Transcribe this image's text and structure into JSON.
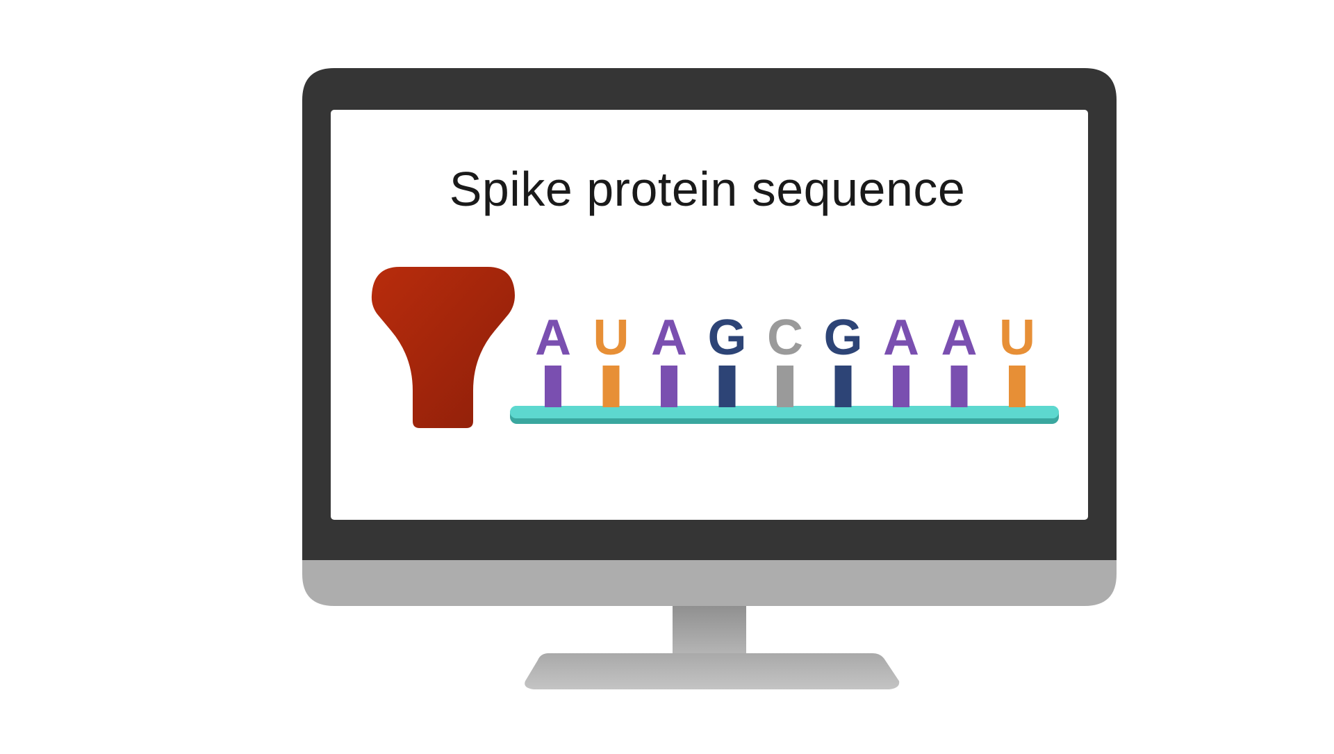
{
  "screen": {
    "title": "Spike protein sequence"
  },
  "sequence": [
    {
      "letter": "A",
      "color": "#7a4fb0"
    },
    {
      "letter": "U",
      "color": "#e78f36"
    },
    {
      "letter": "A",
      "color": "#7a4fb0"
    },
    {
      "letter": "G",
      "color": "#2d4476"
    },
    {
      "letter": "C",
      "color": "#9a9a9a"
    },
    {
      "letter": "G",
      "color": "#2d4476"
    },
    {
      "letter": "A",
      "color": "#7a4fb0"
    },
    {
      "letter": "A",
      "color": "#7a4fb0"
    },
    {
      "letter": "U",
      "color": "#e78f36"
    }
  ],
  "colors": {
    "bezel": "#353535",
    "chin": "#adadad",
    "screen": "#ffffff",
    "backbone": "#5dd8cf",
    "backbone_shadow": "#3aa79f",
    "trna": "#a8280b"
  },
  "icons": {
    "trna": "trna-anticodon-shape"
  }
}
